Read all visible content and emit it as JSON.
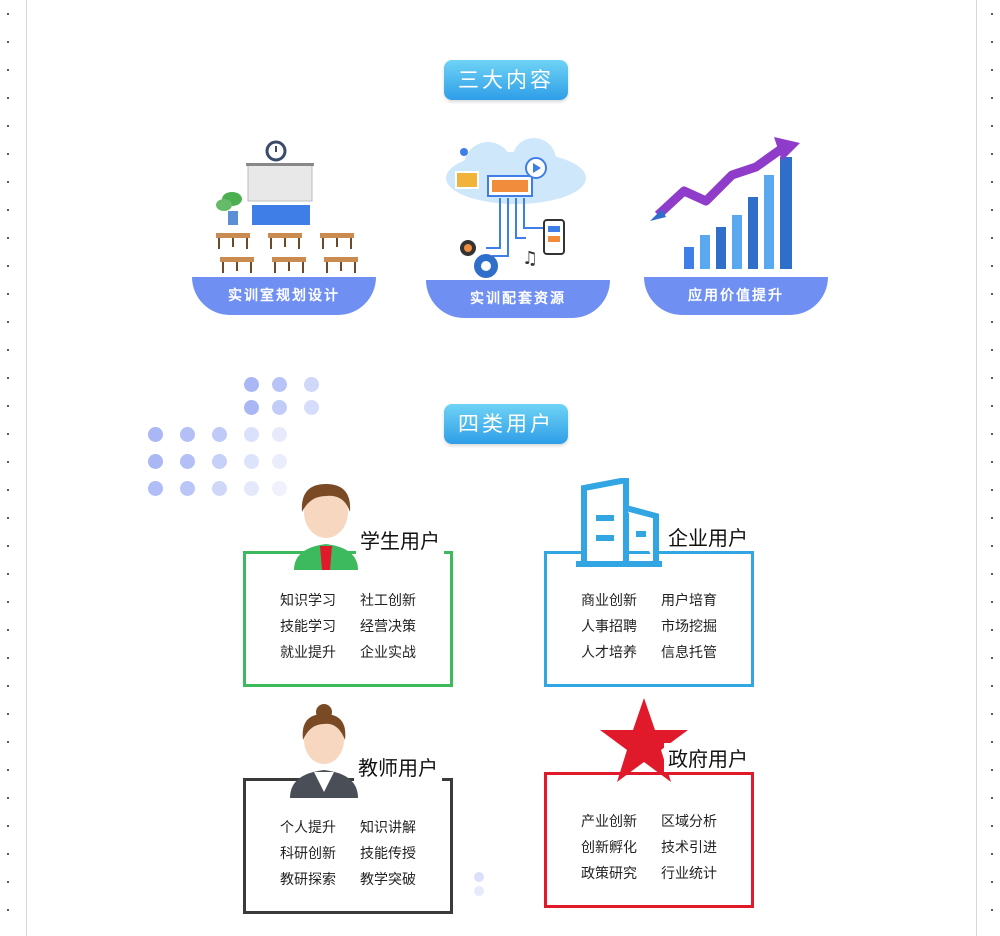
{
  "section_titles": {
    "content": "三大内容",
    "users": "四类用户"
  },
  "features": [
    {
      "label": "实训室规划设计",
      "icon": "classroom-icon"
    },
    {
      "label": "实训配套资源",
      "icon": "cloud-resources-icon"
    },
    {
      "label": "应用价值提升",
      "icon": "growth-chart-icon"
    }
  ],
  "users": [
    {
      "title": "学生用户",
      "icon": "student-avatar-icon",
      "color": "#3dba5e",
      "rows": [
        [
          "知识学习",
          "社工创新"
        ],
        [
          "技能学习",
          "经营决策"
        ],
        [
          "就业提升",
          "企业实战"
        ]
      ]
    },
    {
      "title": "企业用户",
      "icon": "building-icon",
      "color": "#31a6e3",
      "rows": [
        [
          "商业创新",
          "用户培育"
        ],
        [
          "人事招聘",
          "市场挖掘"
        ],
        [
          "人才培养",
          "信息托管"
        ]
      ]
    },
    {
      "title": "教师用户",
      "icon": "teacher-avatar-icon",
      "color": "#3a3a3a",
      "rows": [
        [
          "个人提升",
          "知识讲解"
        ],
        [
          "科研创新",
          "技能传授"
        ],
        [
          "教研探索",
          "教学突破"
        ]
      ]
    },
    {
      "title": "政府用户",
      "icon": "red-star-icon",
      "color": "#e0192b",
      "rows": [
        [
          "产业创新",
          "区域分析"
        ],
        [
          "创新孵化",
          "技术引进"
        ],
        [
          "政策研究",
          "行业统计"
        ]
      ]
    }
  ],
  "colors": {
    "pill": "#2f9ee8",
    "ribbon": "#6f8ff2",
    "dots": "#a9b7f5"
  }
}
